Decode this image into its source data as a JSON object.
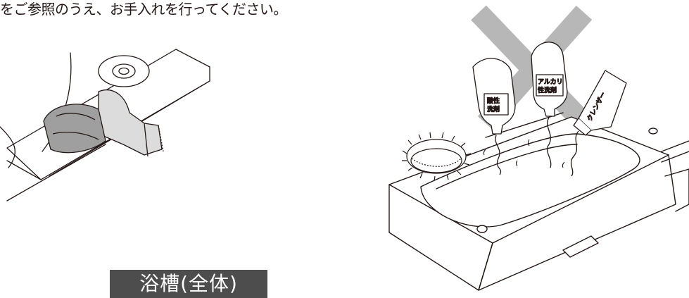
{
  "instruction_text": "をご参照のうえ、お手入れを行ってください。",
  "section_label": "浴槽(全体)",
  "bottle_labels": {
    "acidic": [
      "酸性",
      "洗剤"
    ],
    "alkaline": [
      "アルカリ",
      "性洗剤"
    ],
    "cleanser": "クレンザー"
  },
  "prohibited_mark": "cross-icon",
  "colors": {
    "section_label_bg": "#4d4d4d",
    "cross": "#b7b7b7",
    "line": "#231815"
  }
}
